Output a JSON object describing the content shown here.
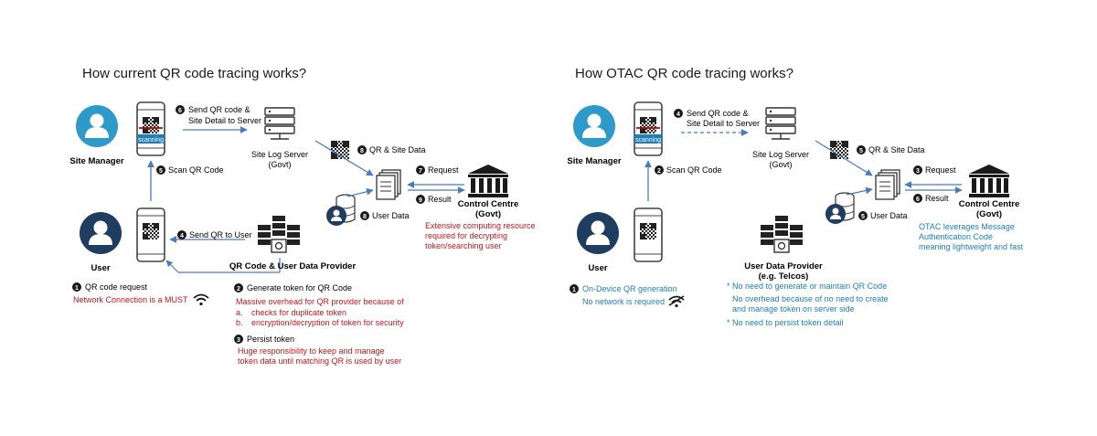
{
  "colors": {
    "ink": "#1a1a1a",
    "blue_circle": "#2e9ac9",
    "dark_circle": "#1e3d60",
    "arrow": "#4a7bbf",
    "red": "#c4161c",
    "teal": "#1f7fb6",
    "scan_bar": "#c00000"
  },
  "left": {
    "title": "How current QR code tracing works?",
    "site_manager": "Site Manager",
    "user": "User",
    "scanning": "scanning",
    "server_label_1": "Site Log Server",
    "server_label_2": "(Govt)",
    "step6_1": "Send QR code &",
    "step6_2": "Site Detail to Server",
    "step5": "Scan QR Code",
    "step4": "Send QR to User",
    "step8a": "QR & Site Data",
    "step8b": "User Data",
    "step7": "Request",
    "step9": "Result",
    "cc_1": "Control Centre",
    "cc_2": "(Govt)",
    "provider": "QR Code & User Data Provider",
    "note_cc": [
      "Extensive computing resource",
      "required for decrypting",
      "token/searching user"
    ],
    "step1": "QR code request",
    "note1": "Network Connection is a MUST",
    "step2": "Generate token for QR Code",
    "note2": [
      "Massive overhead for QR provider because of"
    ],
    "note2_a_label": "a.",
    "note2_a": "checks for duplicate token",
    "note2_b_label": "b.",
    "note2_b": "encryption/decryption of token for security",
    "step3": "Persist token",
    "note3": [
      "Huge responsibility to keep and manage",
      "token data until matching QR is used by user"
    ],
    "n1": "1",
    "n2": "2",
    "n3": "3",
    "n4": "4",
    "n5": "5",
    "n6": "6",
    "n7": "7",
    "n8a": "8",
    "n8b": "8",
    "n9": "9"
  },
  "right": {
    "title": "How OTAC QR code tracing works?",
    "site_manager": "Site Manager",
    "user": "User",
    "scanning": "scanning",
    "server_label_1": "Site Log Server",
    "server_label_2": "(Govt)",
    "step4_1": "Send QR code &",
    "step4_2": "Site Detail to Server",
    "step2": "Scan QR Code",
    "step5a": "QR & Site Data",
    "step5b": "User Data",
    "step3": "Request",
    "step6": "Result",
    "cc_1": "Control Centre",
    "cc_2": "(Govt)",
    "provider_1": "User Data Provider",
    "provider_2": "(e.g. Telcos)",
    "note_cc": [
      "OTAC leverages Message",
      "Authentication Code",
      "meaning lightweight and fast"
    ],
    "step1": "On-Device QR generation",
    "note1": "No network is required",
    "note_p1": "* No need to generate or maintain QR Code",
    "note_p2": [
      "No overhead because of no need to create",
      "and manage token on server side"
    ],
    "note_p3": "* No need to persist token detail",
    "n1": "1",
    "n2": "2",
    "n3": "3",
    "n4": "4",
    "n5a": "5",
    "n5b": "5",
    "n6": "6"
  }
}
